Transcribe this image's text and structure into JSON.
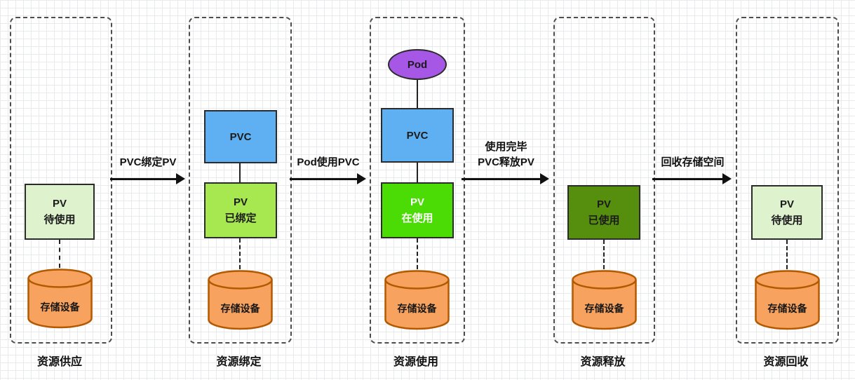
{
  "stages": [
    {
      "name": "资源供应",
      "pv": {
        "title": "PV",
        "status": "待使用"
      },
      "storage": {
        "label": "存储设备"
      }
    },
    {
      "name": "资源绑定",
      "pvc": {
        "title": "PVC"
      },
      "pv": {
        "title": "PV",
        "status": "已绑定"
      },
      "storage": {
        "label": "存储设备"
      }
    },
    {
      "name": "资源使用",
      "pod": {
        "title": "Pod"
      },
      "pvc": {
        "title": "PVC"
      },
      "pv": {
        "title": "PV",
        "status": "在使用"
      },
      "storage": {
        "label": "存储设备"
      }
    },
    {
      "name": "资源释放",
      "pv": {
        "title": "PV",
        "status": "已使用"
      },
      "storage": {
        "label": "存储设备"
      }
    },
    {
      "name": "资源回收",
      "pv": {
        "title": "PV",
        "status": "待使用"
      },
      "storage": {
        "label": "存储设备"
      }
    }
  ],
  "transitions": [
    {
      "lines": [
        "PVC绑定PV"
      ]
    },
    {
      "lines": [
        "Pod使用PVC"
      ]
    },
    {
      "lines": [
        "使用完毕",
        "PVC释放PV"
      ]
    },
    {
      "lines": [
        "回收存储空间"
      ]
    }
  ],
  "colors": {
    "pv_available": "#ddf2cd",
    "pv_bound": "#a7e74f",
    "pv_in_use": "#4bdc05",
    "pv_released": "#568f0d",
    "pvc": "#5fb0f2",
    "pod": "#a757e6",
    "storage_fill": "#f7a35f",
    "storage_stroke": "#b35a00"
  }
}
